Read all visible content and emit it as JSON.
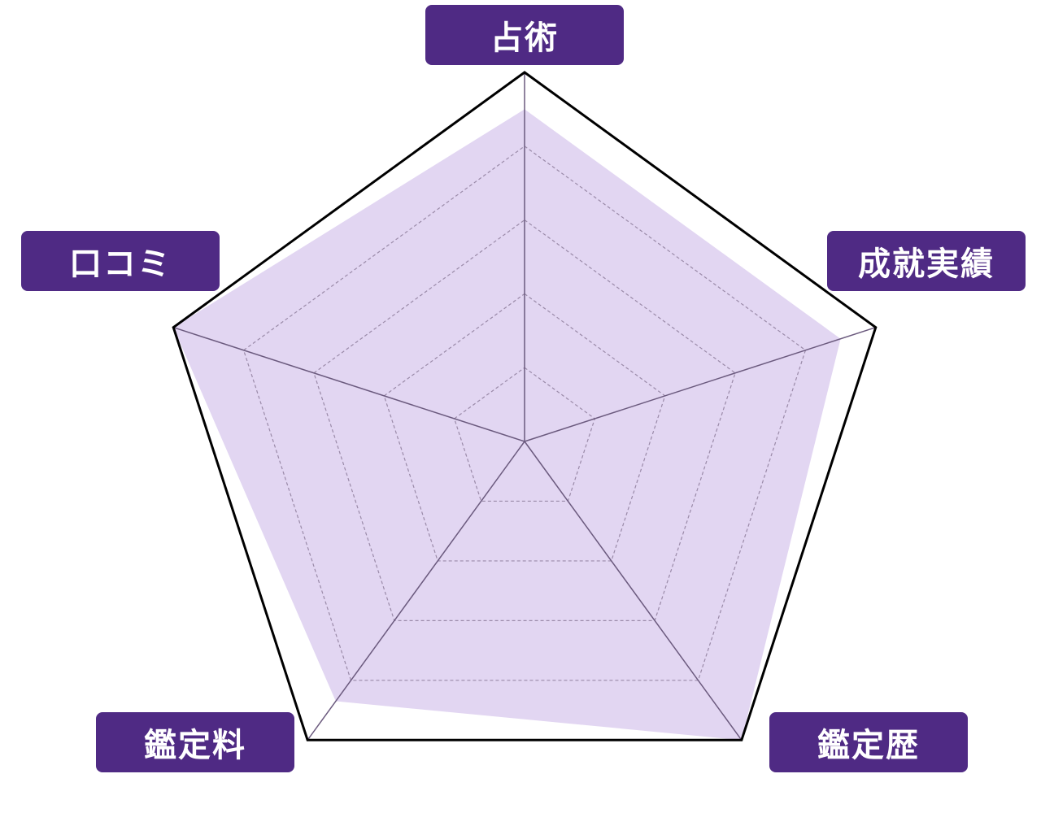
{
  "chart_data": {
    "type": "radar",
    "axes": [
      "占術",
      "成就実績",
      "鑑定歴",
      "鑑定料",
      "口コミ"
    ],
    "values": [
      4.5,
      4.5,
      5,
      4.35,
      5
    ],
    "range": [
      0,
      5
    ],
    "grid_levels": 5,
    "grid": true,
    "colors": {
      "label_bg": "#4f2a84",
      "fill": "#e2d6f2",
      "outline": "#000000",
      "spoke": "#6b5a7e",
      "grid": "#9a8aa8"
    }
  }
}
